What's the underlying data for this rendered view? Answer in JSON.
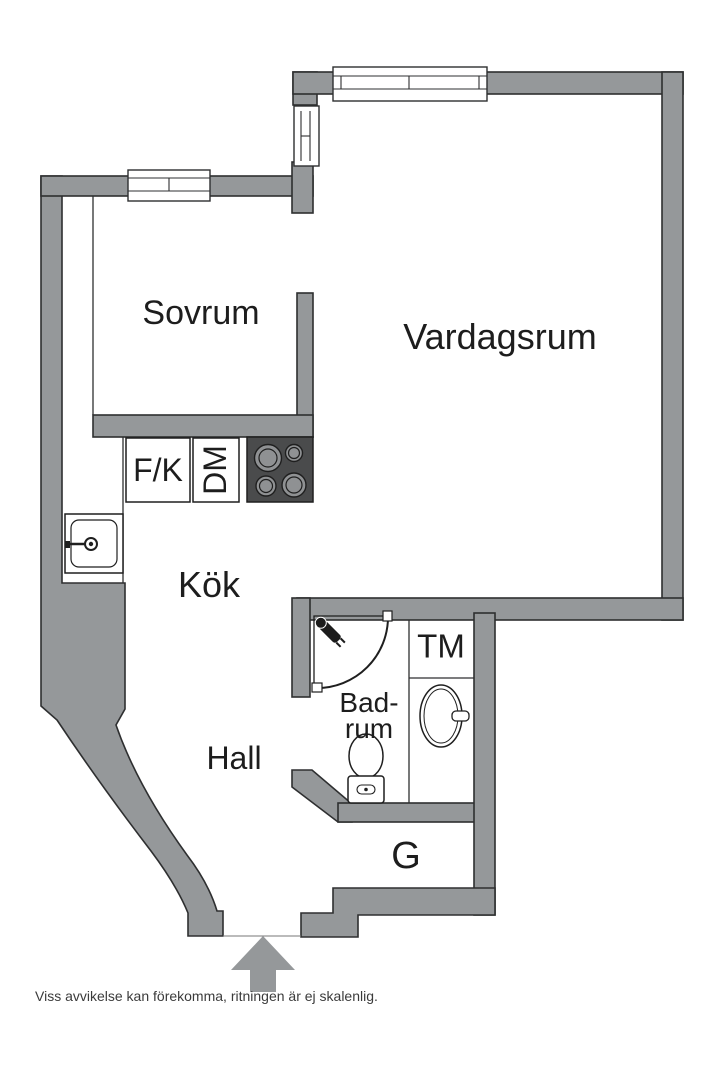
{
  "rooms": {
    "bedroom": "Sovrum",
    "living_room": "Vardagsrum",
    "kitchen": "Kök",
    "hall": "Hall",
    "bathroom_line1": "Bad-",
    "bathroom_line2": "rum",
    "closet": "G"
  },
  "fixtures": {
    "fridge_freezer": "F/K",
    "dishwasher": "DM",
    "washing_machine": "TM"
  },
  "footer": {
    "disclaimer": "Viss avvikelse kan förekomma, ritningen är ej skalenlig."
  },
  "colors": {
    "wall": "#95989a",
    "outline": "#2e2f30",
    "stove_body": "#4a4b4c",
    "burner": "#8f9193",
    "label_text": "#1d1d1d",
    "disclaimer_text": "#3b3b3b"
  }
}
